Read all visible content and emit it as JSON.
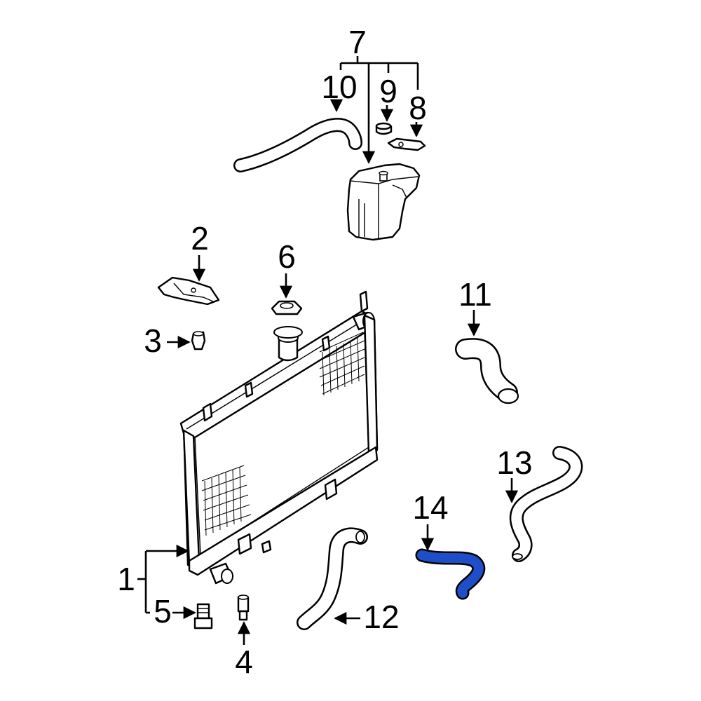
{
  "diagram": {
    "callouts": {
      "c1": "1",
      "c2": "2",
      "c3": "3",
      "c4": "4",
      "c5": "5",
      "c6": "6",
      "c7": "7",
      "c8": "8",
      "c9": "9",
      "c10": "10",
      "c11": "11",
      "c12": "12",
      "c13": "13",
      "c14": "14"
    },
    "colors": {
      "highlight": "#1f4fc8",
      "line": "#000000",
      "background": "#ffffff"
    },
    "highlighted_part": "14"
  }
}
